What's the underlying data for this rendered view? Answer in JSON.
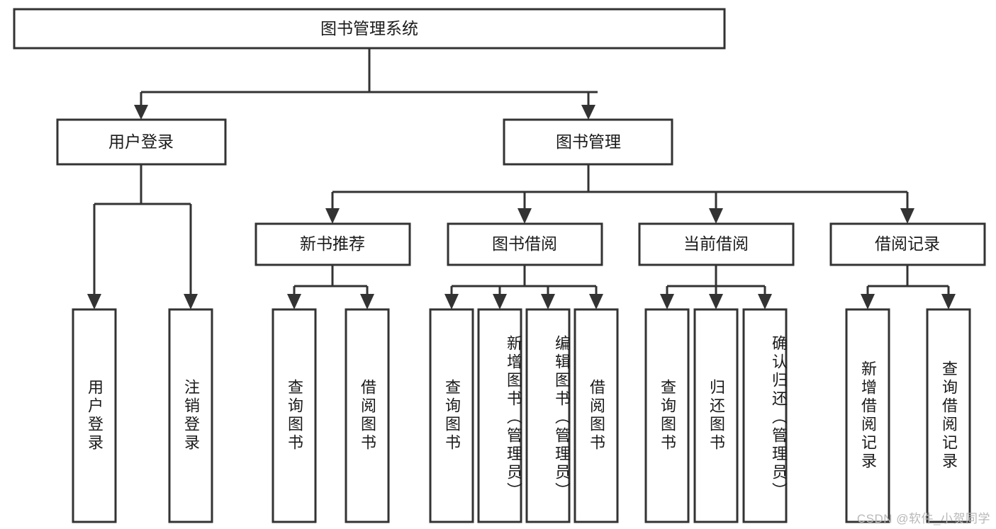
{
  "diagram": {
    "type": "tree-hierarchy-flowchart",
    "title": "图书管理系统",
    "orientation": "top-down",
    "nodes": {
      "root": {
        "label": "图书管理系统",
        "level": 1
      },
      "level2": [
        {
          "id": "user-login",
          "label": "用户登录"
        },
        {
          "id": "book-manage",
          "label": "图书管理"
        }
      ],
      "level3": [
        {
          "id": "new-book-recommend",
          "label": "新书推荐",
          "parent": "book-manage"
        },
        {
          "id": "book-borrow",
          "label": "图书借阅",
          "parent": "book-manage"
        },
        {
          "id": "current-borrow",
          "label": "当前借阅",
          "parent": "book-manage"
        },
        {
          "id": "borrow-record",
          "label": "借阅记录",
          "parent": "book-manage"
        }
      ],
      "leaves": [
        {
          "id": "leaf-user-login",
          "label": "用户登录",
          "parent": "user-login"
        },
        {
          "id": "leaf-logout",
          "label": "注销登录",
          "parent": "user-login"
        },
        {
          "id": "leaf-query-book-1",
          "label": "查询图书",
          "parent": "new-book-recommend"
        },
        {
          "id": "leaf-borrow-book-1",
          "label": "借阅图书",
          "parent": "new-book-recommend"
        },
        {
          "id": "leaf-query-book-2",
          "label": "查询图书",
          "parent": "book-borrow"
        },
        {
          "id": "leaf-add-book",
          "label": "新增图书（管理员）",
          "parent": "book-borrow"
        },
        {
          "id": "leaf-edit-book",
          "label": "编辑图书（管理员）",
          "parent": "book-borrow"
        },
        {
          "id": "leaf-borrow-book-2",
          "label": "借阅图书",
          "parent": "book-borrow"
        },
        {
          "id": "leaf-query-book-3",
          "label": "查询图书",
          "parent": "current-borrow"
        },
        {
          "id": "leaf-return-book",
          "label": "归还图书",
          "parent": "current-borrow"
        },
        {
          "id": "leaf-confirm-return",
          "label": "确认归还（管理员）",
          "parent": "current-borrow"
        },
        {
          "id": "leaf-add-record",
          "label": "新增借阅记录",
          "parent": "borrow-record"
        },
        {
          "id": "leaf-query-record",
          "label": "查询借阅记录",
          "parent": "borrow-record"
        }
      ]
    },
    "colors": {
      "box_stroke": "#333333",
      "box_fill": "#ffffff",
      "text": "#1a1a1a",
      "connector": "#333333",
      "background": "#ffffff",
      "watermark": "#b8b8b8"
    }
  },
  "watermark": {
    "text": "CSDN @软件_小贺同学"
  }
}
